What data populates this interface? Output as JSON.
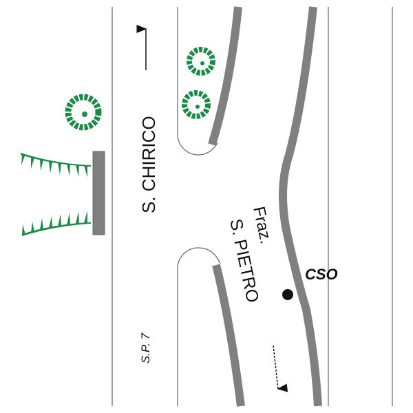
{
  "labels": {
    "road_north": "S. CHIRICO",
    "road_name": "S.P. 7",
    "hamlet_prefix": "Fraz.",
    "hamlet_name": "S. PIETRO",
    "point": "CSO"
  },
  "colors": {
    "road_edge": "#555555",
    "wall": "#808080",
    "vegetation": "#1e8a4a",
    "text": "#111111"
  },
  "icons": [
    "tree-icon",
    "grass-icon",
    "arrow-icon",
    "dashed-arrow-icon",
    "point-marker-icon"
  ]
}
